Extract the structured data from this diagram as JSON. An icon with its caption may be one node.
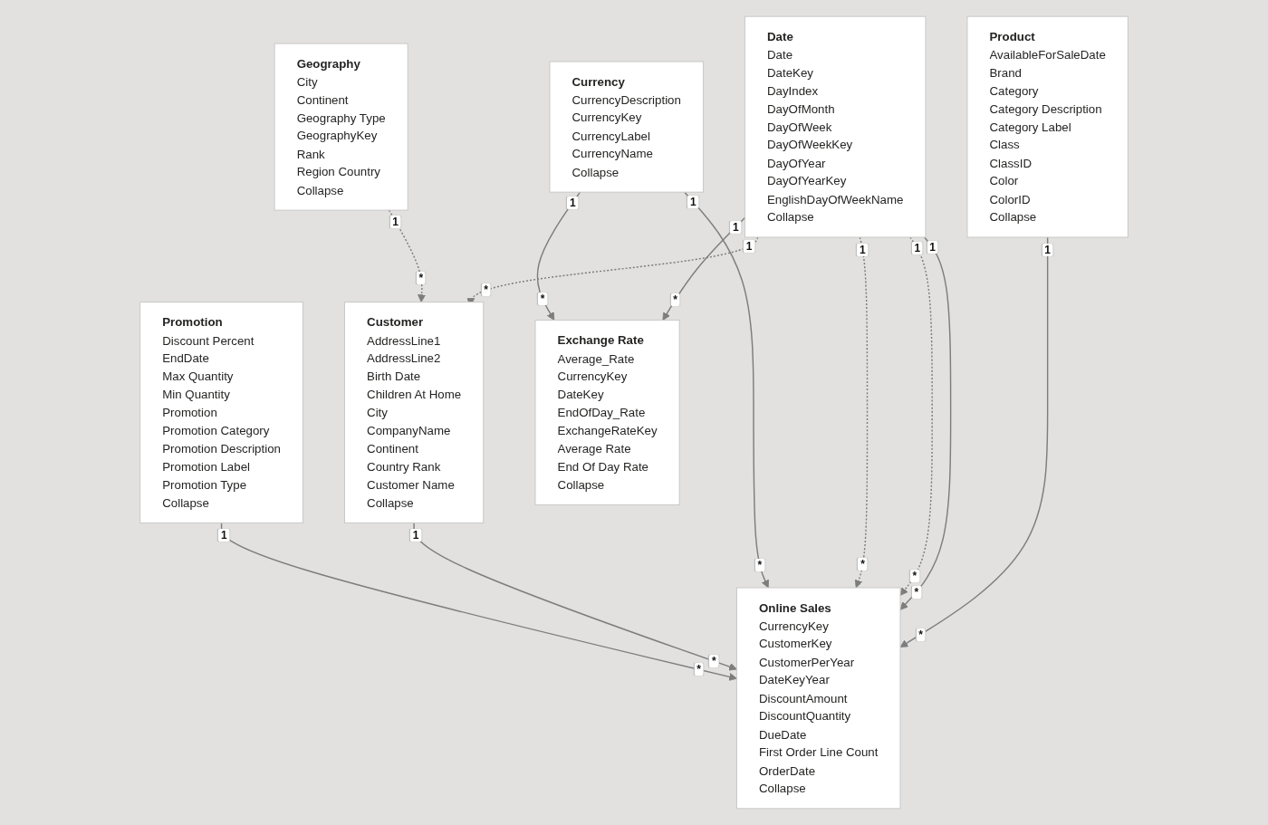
{
  "diagram": {
    "nodes": [
      {
        "text": [
          "Product",
          "AvailableForSaleDate",
          "Brand",
          "Category",
          "Category Description",
          "Category Label",
          "Class",
          "ClassID",
          "Color",
          "ColorID",
          "Collapse"
        ]
      },
      {
        "text": [
          "Geography",
          "City",
          "Continent",
          "Geography Type",
          "GeographyKey",
          "Rank",
          "Region Country",
          "Collapse"
        ]
      },
      {
        "text": [
          "Date",
          "Date",
          "DateKey",
          "DayIndex",
          "DayOfMonth",
          "DayOfWeek",
          "DayOfWeekKey",
          "DayOfYear",
          "DayOfYearKey",
          "EnglishDayOfWeekName",
          "Collapse"
        ]
      },
      {
        "text": [
          "Currency",
          "CurrencyDescription",
          "CurrencyKey",
          "CurrencyLabel",
          "CurrencyName",
          "Collapse"
        ]
      },
      {
        "text": [
          "Exchange Rate",
          "Average_Rate",
          "CurrencyKey",
          "DateKey",
          "EndOfDay_Rate",
          "ExchangeRateKey",
          "Average Rate",
          "End Of Day Rate",
          "Collapse"
        ]
      },
      {
        "text": [
          "Promotion",
          "Discount Percent",
          "EndDate",
          "Max Quantity",
          "Min Quantity",
          "Promotion",
          "Promotion Category",
          "Promotion Description",
          "Promotion Label",
          "Promotion Type",
          "Collapse"
        ]
      },
      {
        "text": [
          "Customer",
          "AddressLine1",
          "AddressLine2",
          "Birth Date",
          "Children At Home",
          "City",
          "CompanyName",
          "Continent",
          "Country Rank",
          "Customer Name",
          "Collapse"
        ]
      },
      {
        "text": [
          "Online Sales",
          "CurrencyKey",
          "CustomerKey",
          "CustomerPerYear",
          "DateKeyYear",
          "DiscountAmount",
          "DiscountQuantity",
          "DueDate",
          "First Order Line Count",
          "OrderDate",
          "Collapse"
        ]
      }
    ],
    "edges": [
      {
        "from": 0,
        "to": 7,
        "arrow": "to"
      },
      {
        "from": 1,
        "to": 6,
        "arrow": "to",
        "style": "dashed"
      },
      {
        "from": 2,
        "to": 6,
        "arrow": "to",
        "style": "dashed"
      },
      {
        "from": 2,
        "to": 7,
        "arrow": "to"
      },
      {
        "from": 2,
        "to": 7,
        "arrow": "to",
        "style": "dashed"
      },
      {
        "from": 2,
        "to": 7,
        "arrow": "to",
        "style": "dashed"
      },
      {
        "from": 2,
        "to": 4,
        "arrow": "to"
      },
      {
        "from": 3,
        "to": 7,
        "arrow": "to"
      },
      {
        "from": 3,
        "to": 4,
        "arrow": "to"
      },
      {
        "from": 6,
        "to": 7,
        "arrow": "to"
      },
      {
        "from": 5,
        "to": 7,
        "arrow": "to"
      }
    ],
    "labels": [
      "1",
      "*",
      "1",
      "*",
      "1",
      "*",
      "1",
      "*",
      "1",
      "*",
      "1",
      "*",
      "1",
      "*",
      "1",
      "*",
      "1",
      "*",
      "1",
      "*",
      "1",
      "*"
    ]
  }
}
